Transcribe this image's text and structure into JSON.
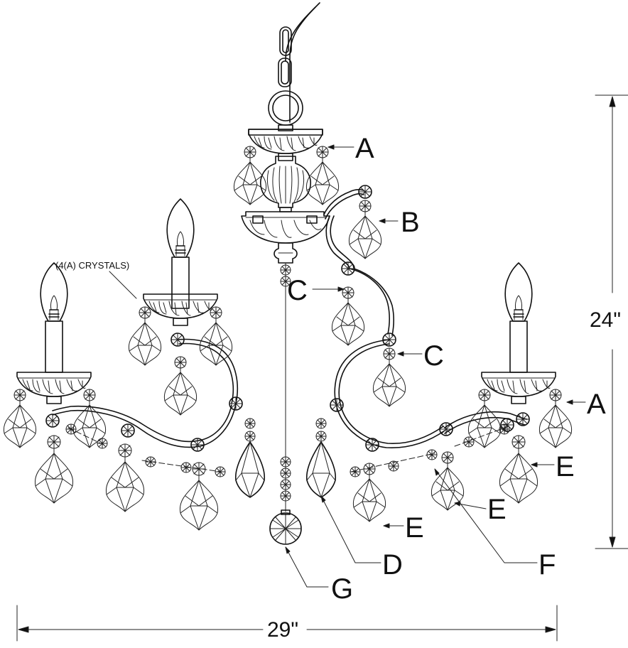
{
  "labels": {
    "a_top": "A",
    "a_right": "A",
    "b": "B",
    "c_upper": "C",
    "c_lower": "C",
    "d": "D",
    "e_center": "E",
    "e_right_low": "E",
    "e_right": "E",
    "f": "F",
    "g": "G"
  },
  "note": "(4(A) CRYSTALS)",
  "dimensions": {
    "height": "24\"",
    "width": "29\""
  }
}
